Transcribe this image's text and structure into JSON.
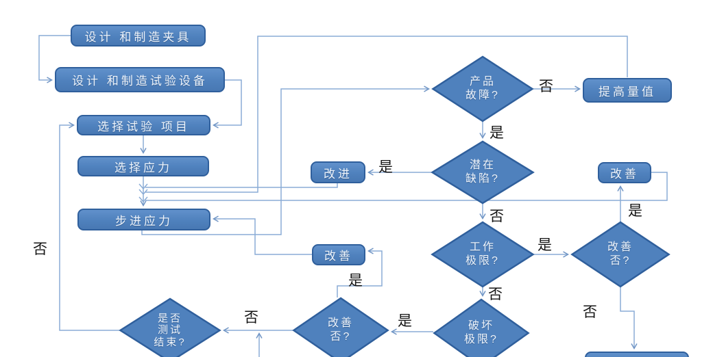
{
  "diagram": {
    "kind": "flowchart",
    "colors": {
      "shape_fill": "#4f81bd",
      "shape_border": "#2f5f9c",
      "connector": "#8aacd6",
      "shape_text": "#eef4fb",
      "edge_label_text": "#141414",
      "background": "#ffffff"
    },
    "nodes": {
      "design_jig": {
        "label": "设计 和制造夹具"
      },
      "design_equipment": {
        "label": "设计 和制造试验设备"
      },
      "select_test_item": {
        "label": "选择试验 项目"
      },
      "select_stress": {
        "label": "选择应力"
      },
      "step_stress": {
        "label": "步进应力"
      },
      "improve_gaijin": {
        "label": "改进"
      },
      "raise_level": {
        "label": "提高量值"
      },
      "improve_right": {
        "label": "改善"
      },
      "improve_mid": {
        "label": "改善"
      },
      "product_fault": {
        "line1": "产品",
        "line2": "故障?"
      },
      "latent_defect": {
        "line1": "潜在",
        "line2": "缺陷?"
      },
      "work_limit": {
        "line1": "工作",
        "line2": "极限?"
      },
      "improve_q_right": {
        "line1": "改善",
        "line2": "否?"
      },
      "destruct_limit": {
        "line1": "破坏",
        "line2": "极限?"
      },
      "improve_q_bottom": {
        "line1": "改善",
        "line2": "否?"
      },
      "test_end": {
        "line1": "是否",
        "line2": "测试",
        "line3": "结束?"
      }
    },
    "edge_labels": {
      "no_left": "否",
      "no_fault": "否",
      "yes_fault": "是",
      "yes_latent": "是",
      "no_latent": "否",
      "yes_worklimit": "是",
      "yes_improve_right": "是",
      "no_worklimit": "否",
      "no_improve_right": "否",
      "yes_improve_mid": "是",
      "yes_destruct": "是",
      "no_improve_bottom": "否"
    }
  }
}
